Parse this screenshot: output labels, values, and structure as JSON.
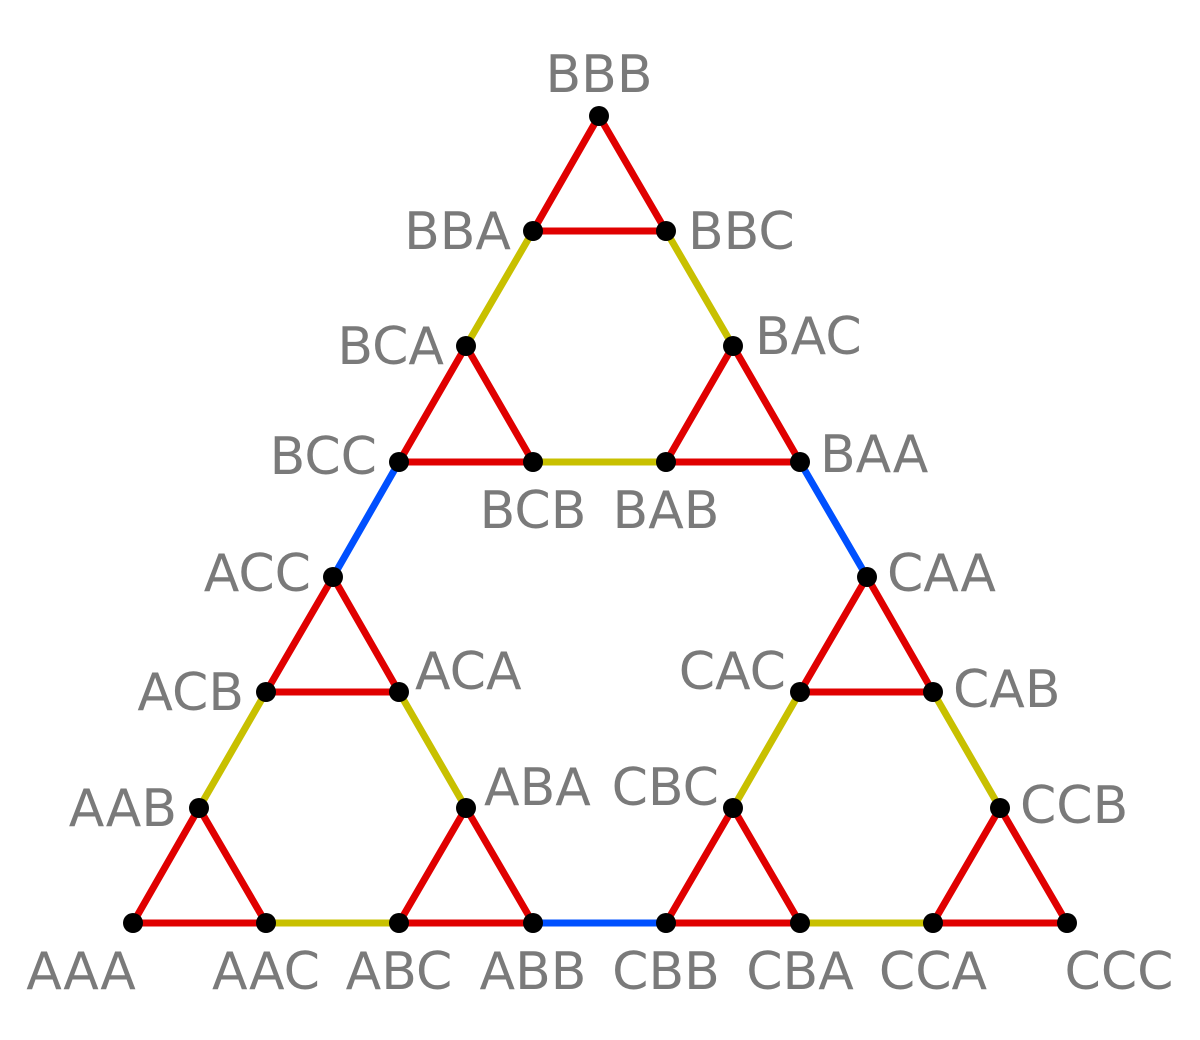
{
  "colors": {
    "background": "#ffffff",
    "label": "#7a7a7a",
    "node": "#000000",
    "red": "#e00000",
    "yellow": "#c8c000",
    "blue": "#0050ff"
  },
  "nodes": [
    {
      "id": "BBB",
      "label": "BBB"
    },
    {
      "id": "BBA",
      "label": "BBA"
    },
    {
      "id": "BBC",
      "label": "BBC"
    },
    {
      "id": "BCA",
      "label": "BCA"
    },
    {
      "id": "BAC",
      "label": "BAC"
    },
    {
      "id": "BCC",
      "label": "BCC"
    },
    {
      "id": "BCB",
      "label": "BCB"
    },
    {
      "id": "BAB",
      "label": "BAB"
    },
    {
      "id": "BAA",
      "label": "BAA"
    },
    {
      "id": "ACC",
      "label": "ACC"
    },
    {
      "id": "CAA",
      "label": "CAA"
    },
    {
      "id": "ACB",
      "label": "ACB"
    },
    {
      "id": "ACA",
      "label": "ACA"
    },
    {
      "id": "CAC",
      "label": "CAC"
    },
    {
      "id": "CAB",
      "label": "CAB"
    },
    {
      "id": "AAB",
      "label": "AAB"
    },
    {
      "id": "ABA",
      "label": "ABA"
    },
    {
      "id": "CBC",
      "label": "CBC"
    },
    {
      "id": "CCB",
      "label": "CCB"
    },
    {
      "id": "AAA",
      "label": "AAA"
    },
    {
      "id": "AAC",
      "label": "AAC"
    },
    {
      "id": "ABC",
      "label": "ABC"
    },
    {
      "id": "ABB",
      "label": "ABB"
    },
    {
      "id": "CBB",
      "label": "CBB"
    },
    {
      "id": "CBA",
      "label": "CBA"
    },
    {
      "id": "CCA",
      "label": "CCA"
    },
    {
      "id": "CCC",
      "label": "CCC"
    }
  ],
  "edges": [
    {
      "from": "BBB",
      "to": "BBA",
      "color": "red"
    },
    {
      "from": "BBB",
      "to": "BBC",
      "color": "red"
    },
    {
      "from": "BBA",
      "to": "BBC",
      "color": "red"
    },
    {
      "from": "BCA",
      "to": "BCC",
      "color": "red"
    },
    {
      "from": "BCA",
      "to": "BCB",
      "color": "red"
    },
    {
      "from": "BCC",
      "to": "BCB",
      "color": "red"
    },
    {
      "from": "BAC",
      "to": "BAB",
      "color": "red"
    },
    {
      "from": "BAC",
      "to": "BAA",
      "color": "red"
    },
    {
      "from": "BAB",
      "to": "BAA",
      "color": "red"
    },
    {
      "from": "ACC",
      "to": "ACB",
      "color": "red"
    },
    {
      "from": "ACC",
      "to": "ACA",
      "color": "red"
    },
    {
      "from": "ACB",
      "to": "ACA",
      "color": "red"
    },
    {
      "from": "AAB",
      "to": "AAA",
      "color": "red"
    },
    {
      "from": "AAB",
      "to": "AAC",
      "color": "red"
    },
    {
      "from": "AAA",
      "to": "AAC",
      "color": "red"
    },
    {
      "from": "ABA",
      "to": "ABC",
      "color": "red"
    },
    {
      "from": "ABA",
      "to": "ABB",
      "color": "red"
    },
    {
      "from": "ABC",
      "to": "ABB",
      "color": "red"
    },
    {
      "from": "CAA",
      "to": "CAC",
      "color": "red"
    },
    {
      "from": "CAA",
      "to": "CAB",
      "color": "red"
    },
    {
      "from": "CAC",
      "to": "CAB",
      "color": "red"
    },
    {
      "from": "CBC",
      "to": "CBB",
      "color": "red"
    },
    {
      "from": "CBC",
      "to": "CBA",
      "color": "red"
    },
    {
      "from": "CBB",
      "to": "CBA",
      "color": "red"
    },
    {
      "from": "CCB",
      "to": "CCA",
      "color": "red"
    },
    {
      "from": "CCB",
      "to": "CCC",
      "color": "red"
    },
    {
      "from": "CCA",
      "to": "CCC",
      "color": "red"
    },
    {
      "from": "BBA",
      "to": "BCA",
      "color": "yellow"
    },
    {
      "from": "BBC",
      "to": "BAC",
      "color": "yellow"
    },
    {
      "from": "BCB",
      "to": "BAB",
      "color": "yellow"
    },
    {
      "from": "ACB",
      "to": "AAB",
      "color": "yellow"
    },
    {
      "from": "ACA",
      "to": "ABA",
      "color": "yellow"
    },
    {
      "from": "AAC",
      "to": "ABC",
      "color": "yellow"
    },
    {
      "from": "CAC",
      "to": "CBC",
      "color": "yellow"
    },
    {
      "from": "CAB",
      "to": "CCB",
      "color": "yellow"
    },
    {
      "from": "CBA",
      "to": "CCA",
      "color": "yellow"
    },
    {
      "from": "BCC",
      "to": "ACC",
      "color": "blue"
    },
    {
      "from": "BAA",
      "to": "CAA",
      "color": "blue"
    },
    {
      "from": "ABB",
      "to": "CBB",
      "color": "blue"
    }
  ]
}
